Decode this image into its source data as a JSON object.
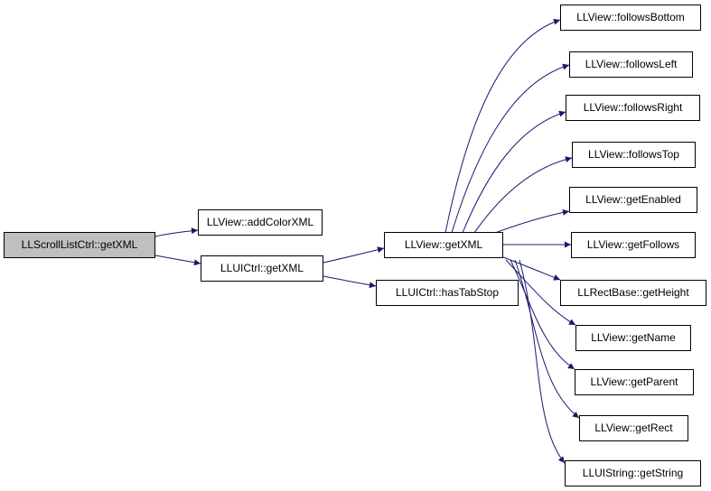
{
  "colors": {
    "edge": "#191970",
    "root_fill": "#bfbfbf",
    "node_fill": "#ffffff",
    "border": "#000000"
  },
  "nodes": {
    "root": "LLScrollListCtrl::getXML",
    "add_color_xml": "LLView::addColorXML",
    "uictrl_get_xml": "LLUICtrl::getXML",
    "view_get_xml": "LLView::getXML",
    "has_tab_stop": "LLUICtrl::hasTabStop",
    "follows_bottom": "LLView::followsBottom",
    "follows_left": "LLView::followsLeft",
    "follows_right": "LLView::followsRight",
    "follows_top": "LLView::followsTop",
    "get_enabled": "LLView::getEnabled",
    "get_follows": "LLView::getFollows",
    "get_height": "LLRectBase::getHeight",
    "get_name": "LLView::getName",
    "get_parent": "LLView::getParent",
    "get_rect": "LLView::getRect",
    "get_string": "LLUIString::getString"
  }
}
